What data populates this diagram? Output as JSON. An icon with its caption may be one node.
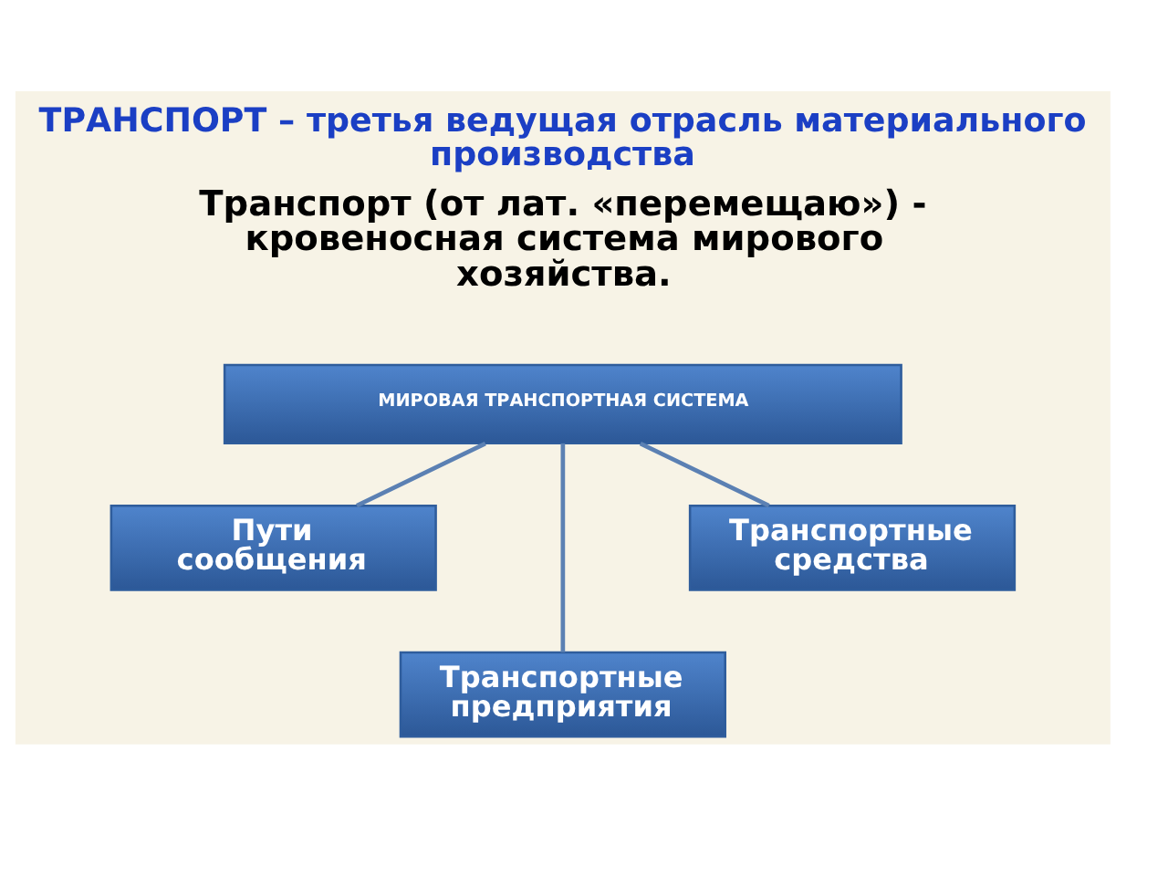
{
  "diagram": {
    "title": "ТРАНСПОРТ – третья ведущая отрасль материального производства",
    "nodes": [
      {
        "text": [
          "МИРОВАЯ ТРАНСПОРТНАЯ СИСТЕМА"
        ]
      },
      {
        "text": [
          "Пути сообщения"
        ]
      },
      {
        "text": [
          "Транспортные средства"
        ]
      },
      {
        "text": [
          "Транспортные предприятия"
        ]
      }
    ],
    "edges": [
      {
        "from": 0,
        "to": 1,
        "arrow": "none"
      },
      {
        "from": 0,
        "to": 3,
        "arrow": "none"
      },
      {
        "from": 0,
        "to": 2,
        "arrow": "none"
      }
    ],
    "labels": [
      "Транспорт (от лат. «перемещаю») - кровеносная система мирового хозяйства."
    ]
  }
}
